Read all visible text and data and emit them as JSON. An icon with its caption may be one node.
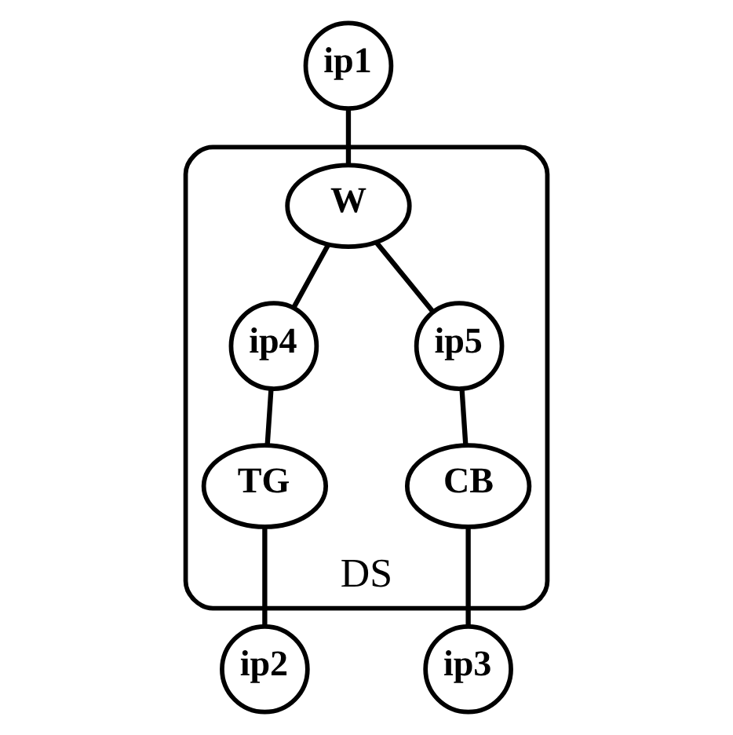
{
  "diagram": {
    "nodes": [
      {
        "text": [
          "ip1"
        ]
      },
      {
        "text": [
          "DS"
        ]
      },
      {
        "text": [
          "W"
        ],
        "in": 1
      },
      {
        "text": [
          "ip4"
        ],
        "in": 1
      },
      {
        "text": [
          "ip5"
        ],
        "in": 1
      },
      {
        "text": [
          "TG"
        ],
        "in": 1
      },
      {
        "text": [
          "CB"
        ],
        "in": 1
      },
      {
        "text": [
          "ip2"
        ]
      },
      {
        "text": [
          "ip3"
        ]
      }
    ],
    "edges": [
      {
        "from": 0,
        "to": 2,
        "arrow": "none"
      },
      {
        "from": 2,
        "to": 3,
        "arrow": "none"
      },
      {
        "from": 2,
        "to": 4,
        "arrow": "none"
      },
      {
        "from": 3,
        "to": 5,
        "arrow": "none"
      },
      {
        "from": 4,
        "to": 6,
        "arrow": "none"
      },
      {
        "from": 5,
        "to": 7,
        "arrow": "none"
      },
      {
        "from": 6,
        "to": 8,
        "arrow": "none"
      }
    ]
  }
}
